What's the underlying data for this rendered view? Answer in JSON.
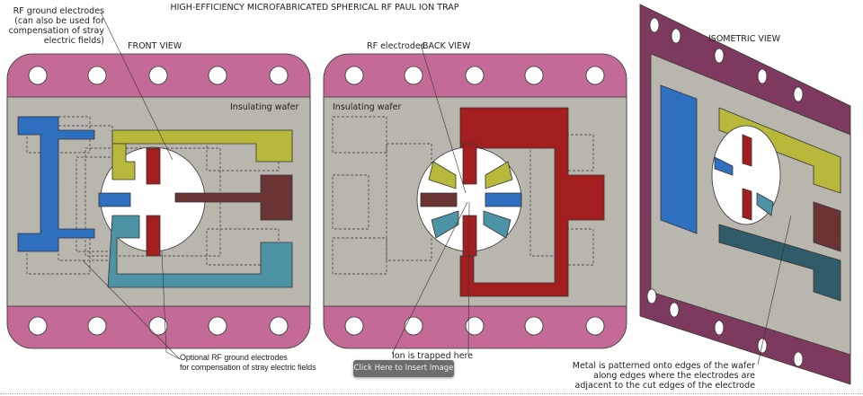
{
  "title": "HIGH-EFFICIENCY MICROFABRICATED SPHERICAL RF PAUL ION TRAP",
  "views": {
    "front": "FRONT VIEW",
    "back": "BACK VIEW",
    "isometric": "ISOMETRIC VIEW"
  },
  "wafer_labels": {
    "front": "Insulating wafer",
    "back": "Insulating wafer"
  },
  "annotations": {
    "rf_ground": [
      "RF ground electrodes",
      "(can also be used for",
      "compensation of stray",
      "electric fields)"
    ],
    "rf_electrodes": "RF electrodes",
    "optional_ground": [
      "Optional RF ground electrodes",
      "for compensation of stray electric fields"
    ],
    "ion_trapped": "Ion is trapped here",
    "metal_edges": [
      "Metal is patterned onto edges of the wafer",
      "along edges where the electrodes are",
      "adjacent to the cut edges of the electrode"
    ]
  },
  "insert_button": "Click Here to Insert Image",
  "colors": {
    "board": "#c46a96",
    "wafer": "#b9b6ae",
    "blue": "#2e6fc0",
    "yellow": "#b8b83a",
    "red": "#a31f1f",
    "teal": "#4d93a6",
    "maroon": "#6b3434",
    "iso_board": "#7e3a5e"
  }
}
